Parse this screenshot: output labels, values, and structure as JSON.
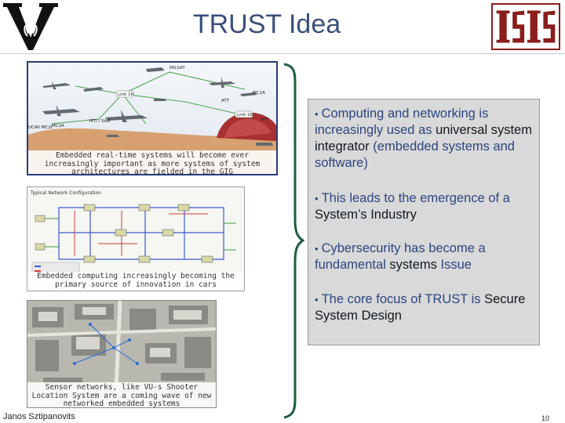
{
  "slide": {
    "title": "TRUST Idea",
    "footer_author": "Janos Sztipanovits",
    "page_number": "10"
  },
  "images": [
    {
      "caption": "Embedded real-time systems will become ever increasingly important as more systems of system architectures are fielded in the GIG",
      "labels": [
        "MILSAT",
        "Link 16",
        "ATT",
        "MC2A",
        "MC2A",
        "UCAV MC2I",
        "MTI / SAR",
        "Link 16",
        "ATT"
      ]
    },
    {
      "caption": "Embedded computing increasingly becoming the primary source of innovation in cars",
      "header": "Typical Network Configuration"
    },
    {
      "caption": "Sensor networks, like VU-s Shooter Location System are a coming wave of new networked embedded systems"
    }
  ],
  "bullets": [
    {
      "parts": [
        {
          "text": "Computing and networking is increasingly used as ",
          "dark": false
        },
        {
          "text": "universal system integrator",
          "dark": true
        },
        {
          "text": " (embedded systems and software)",
          "dark": false
        }
      ]
    },
    {
      "parts": [
        {
          "text": "This leads to the emergence of a ",
          "dark": false
        },
        {
          "text": "System’s Industry",
          "dark": true
        }
      ]
    },
    {
      "parts": [
        {
          "text": "Cybersecurity has become a fundamental ",
          "dark": false
        },
        {
          "text": "systems",
          "dark": true
        },
        {
          "text": " Issue",
          "dark": false
        }
      ]
    },
    {
      "parts": [
        {
          "text": "The core focus of TRUST is ",
          "dark": false
        },
        {
          "text": "Secure System Design",
          "dark": true
        }
      ]
    }
  ],
  "colors": {
    "title": "#3a4f7a",
    "bullet_text": "#2a4580",
    "emphasis_text": "#101820",
    "brace": "#1e5e3e",
    "logo_red": "#8b1d1d",
    "text_panel_bg": "#d9d9d9"
  }
}
